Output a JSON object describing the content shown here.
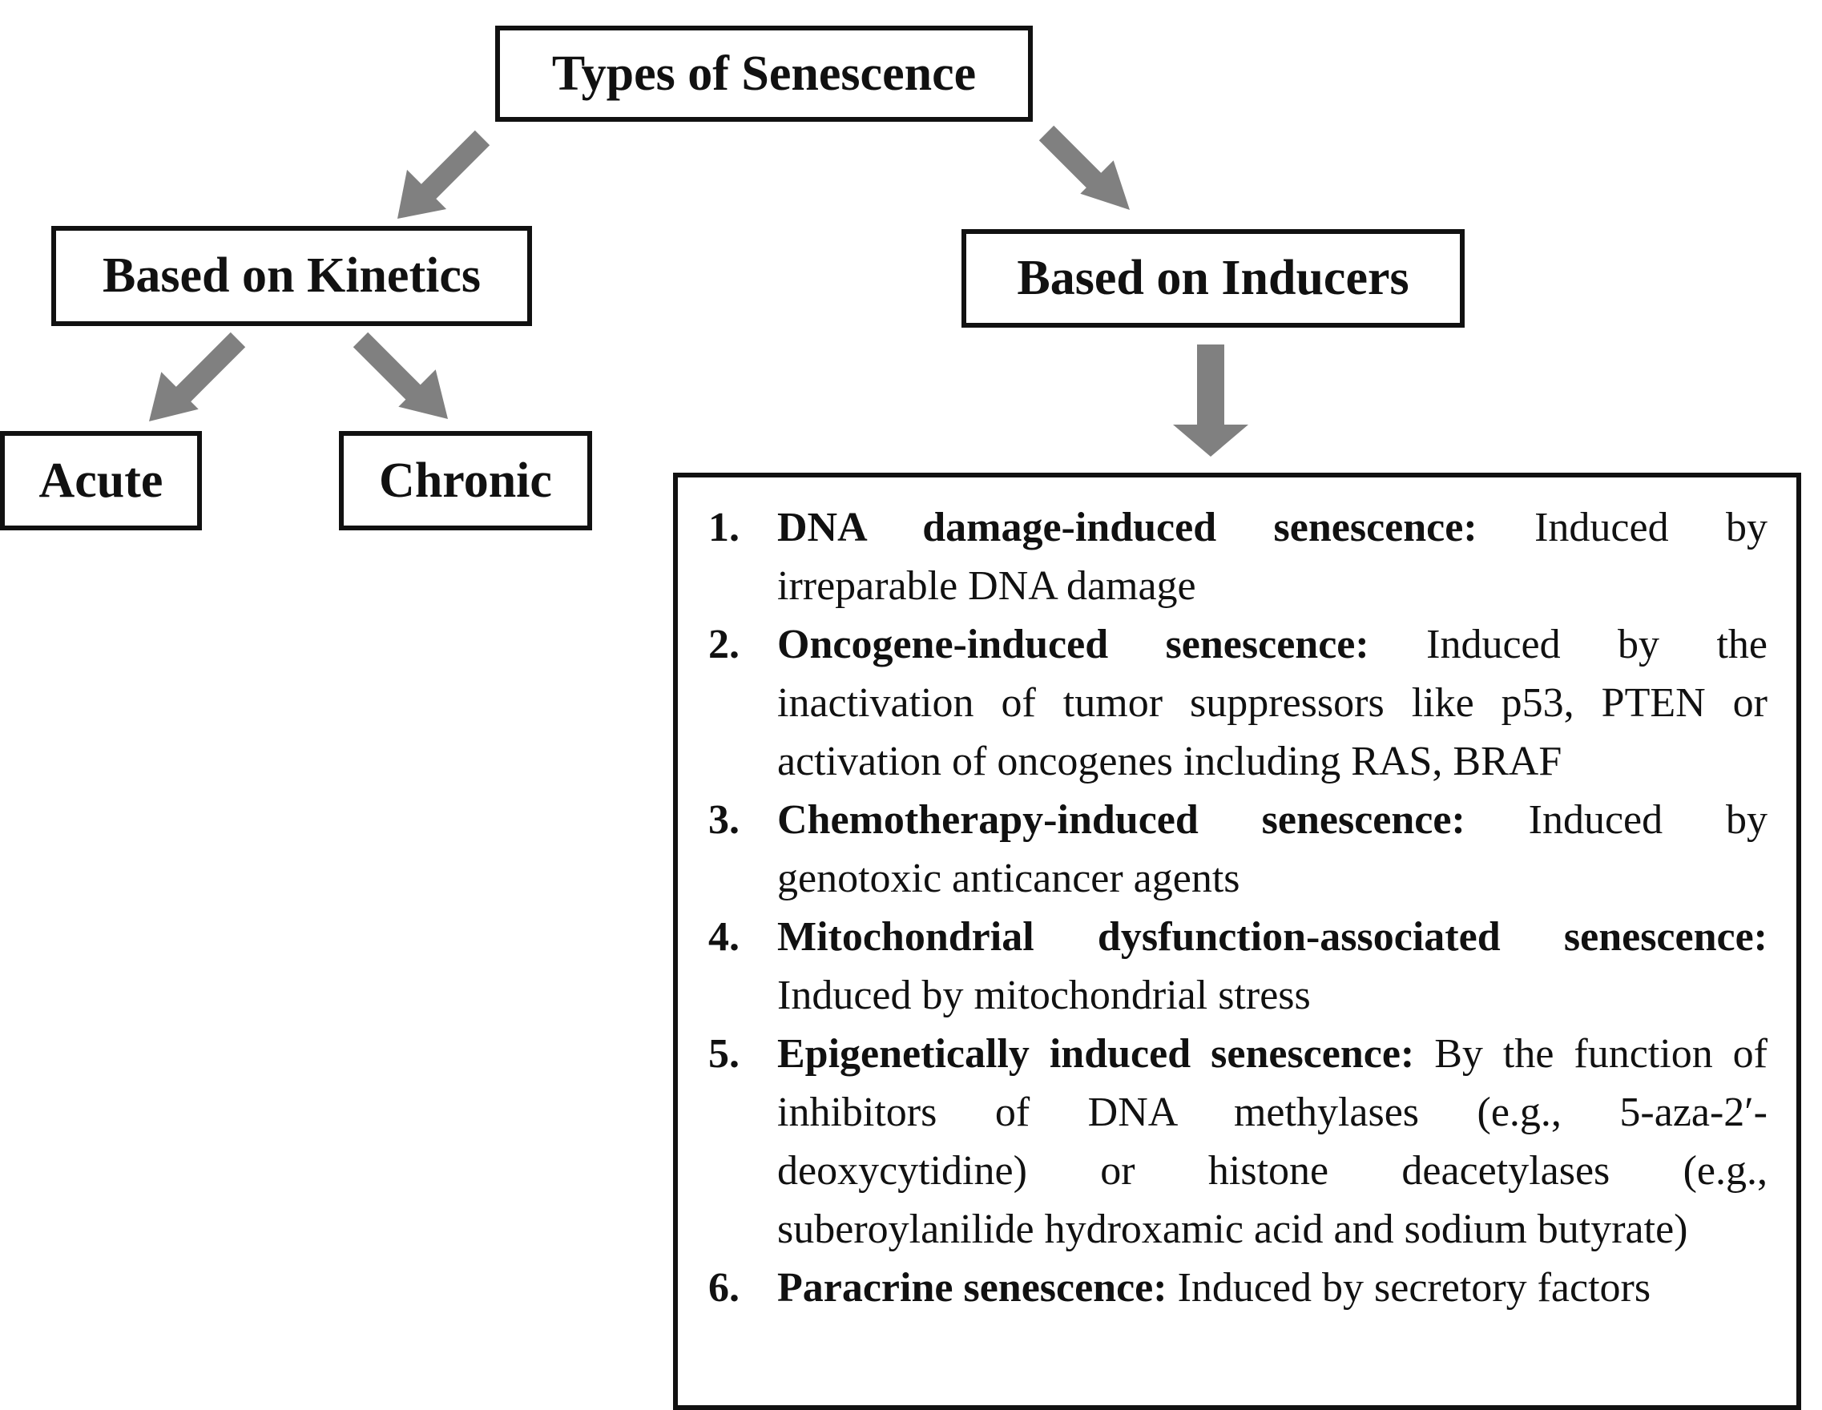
{
  "nodes": {
    "root": "Types of Senescence",
    "kinetics": "Based on Kinetics",
    "inducers": "Based on Inducers",
    "acute": "Acute",
    "chronic": "Chronic"
  },
  "inducer_list": [
    {
      "number": "1.",
      "name": "DNA damage-induced senescence:",
      "description": "Induced by irreparable DNA damage"
    },
    {
      "number": "2.",
      "name": "Oncogene-induced senescence:",
      "description": "Induced by the inactivation of tumor suppressors like p53, PTEN or activation of oncogenes including RAS, BRAF"
    },
    {
      "number": "3.",
      "name": "Chemotherapy-induced senescence:",
      "description": "Induced by genotoxic anticancer agents"
    },
    {
      "number": "4.",
      "name": "Mitochondrial dysfunction-associated senescence:",
      "description": "Induced by mitochondrial stress"
    },
    {
      "number": "5.",
      "name": "Epigenetically induced senescence:",
      "description": "By the function of inhibitors of DNA methylases (e.g., 5-aza-2′-deoxycytidine) or histone deacetylases (e.g., suberoylanilide hydroxamic acid and sodium butyrate)"
    },
    {
      "number": "6.",
      "name": "Paracrine senescence:",
      "description": "Induced by secretory factors"
    }
  ],
  "colors": {
    "arrow": "#808080",
    "border": "#111111",
    "text": "#111111",
    "background": "#ffffff"
  }
}
